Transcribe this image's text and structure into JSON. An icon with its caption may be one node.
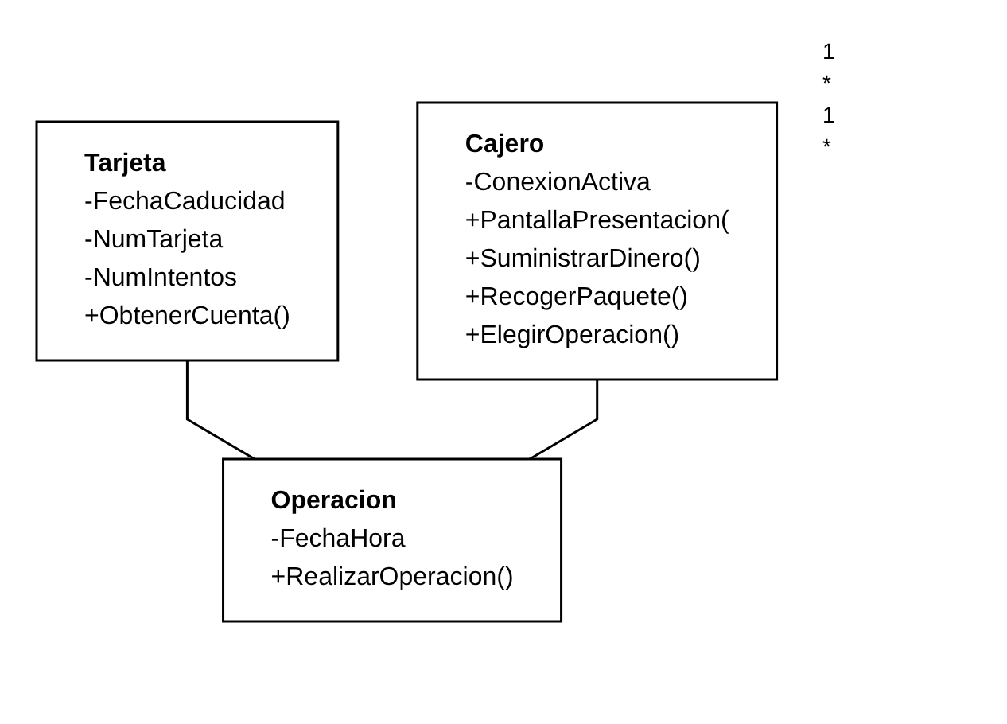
{
  "diagram": {
    "nodes": [
      {
        "text": [
          "Tarjeta",
          "-FechaCaducidad",
          "-NumTarjeta",
          "-NumIntentos",
          "+ObtenerCuenta()"
        ]
      },
      {
        "text": [
          "Cajero",
          "-ConexionActiva",
          "+PantallaPresentacion(",
          "+SuministrarDinero()",
          "+RecogerPaquete()",
          "+ElegirOperacion()"
        ]
      },
      {
        "text": [
          "Operacion",
          "-FechaHora",
          "+RealizarOperacion()"
        ]
      }
    ],
    "edges": [
      {
        "from": 0,
        "to": 2,
        "arrow": "none"
      },
      {
        "from": 1,
        "to": 2,
        "arrow": "none"
      }
    ],
    "labels": [
      "1",
      "*",
      "1",
      "*"
    ]
  }
}
